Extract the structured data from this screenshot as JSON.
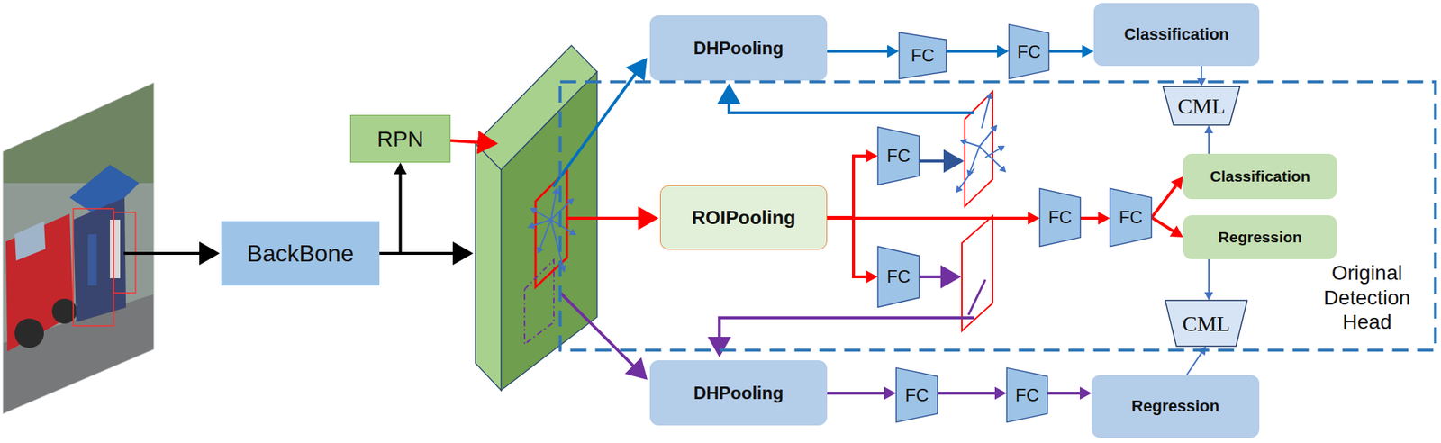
{
  "diagram": {
    "nodes": [
      {
        "text": [
          "BackBone"
        ]
      },
      {
        "text": [
          "RPN"
        ]
      },
      {
        "text": [
          "DHPooling"
        ]
      },
      {
        "text": [
          "FC"
        ]
      },
      {
        "text": [
          "FC"
        ]
      },
      {
        "text": [
          "Classification"
        ]
      },
      {
        "text": [
          "Original Detection Head"
        ]
      },
      {
        "text": [
          "CML"
        ],
        "in": 6
      },
      {
        "text": [
          "ROIPooling"
        ],
        "in": 6
      },
      {
        "text": [
          "FC"
        ],
        "in": 6
      },
      {
        "text": [
          "FC"
        ],
        "in": 6
      },
      {
        "text": [
          "FC"
        ],
        "in": 6
      },
      {
        "text": [
          "FC"
        ],
        "in": 6
      },
      {
        "text": [
          "Classification"
        ],
        "in": 6
      },
      {
        "text": [
          "Regression"
        ],
        "in": 6
      },
      {
        "text": [
          "CML"
        ],
        "in": 6
      },
      {
        "text": [
          "DHPooling"
        ]
      },
      {
        "text": [
          "FC"
        ]
      },
      {
        "text": [
          "FC"
        ]
      },
      {
        "text": [
          "Regression"
        ]
      }
    ],
    "edges": [
      {
        "from": 0,
        "to": 1,
        "arrow": "to"
      },
      {
        "from": 2,
        "to": 3,
        "arrow": "to"
      },
      {
        "from": 3,
        "to": 4,
        "arrow": "to"
      },
      {
        "from": 4,
        "to": 5,
        "arrow": "to"
      },
      {
        "from": 5,
        "to": 7,
        "arrow": "to"
      },
      {
        "from": 8,
        "to": 9,
        "arrow": "to"
      },
      {
        "from": 8,
        "to": 10,
        "arrow": "to"
      },
      {
        "from": 8,
        "to": 11,
        "arrow": "to"
      },
      {
        "from": 11,
        "to": 12,
        "arrow": "to"
      },
      {
        "from": 12,
        "to": 13,
        "arrow": "to"
      },
      {
        "from": 12,
        "to": 14,
        "arrow": "to"
      },
      {
        "from": 13,
        "to": 7,
        "arrow": "to"
      },
      {
        "from": 14,
        "to": 15,
        "arrow": "to"
      },
      {
        "from": 16,
        "to": 17,
        "arrow": "to"
      },
      {
        "from": 17,
        "to": 18,
        "arrow": "to"
      },
      {
        "from": 18,
        "to": 19,
        "arrow": "to"
      },
      {
        "from": 19,
        "to": 15,
        "arrow": "to"
      }
    ]
  }
}
